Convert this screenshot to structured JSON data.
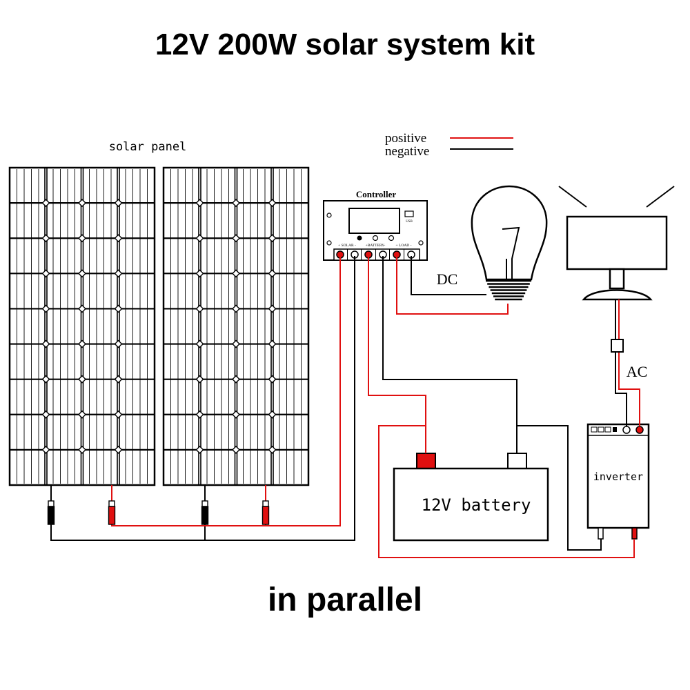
{
  "title": "12V 200W solar system kit",
  "footer": "in parallel",
  "labels": {
    "solar_panel": "solar panel",
    "controller": "Controller",
    "solar_terminal": "+ SOLAR -",
    "battery_terminal": "+BATTERY-",
    "load_terminal": "+ LOAD -",
    "usb": "USB",
    "dc": "DC",
    "ac": "AC",
    "battery": "12V battery",
    "inverter": "inverter"
  },
  "legend": {
    "positive": "positive",
    "negative": "negative",
    "positive_color": "#e01010",
    "negative_color": "#000000"
  }
}
